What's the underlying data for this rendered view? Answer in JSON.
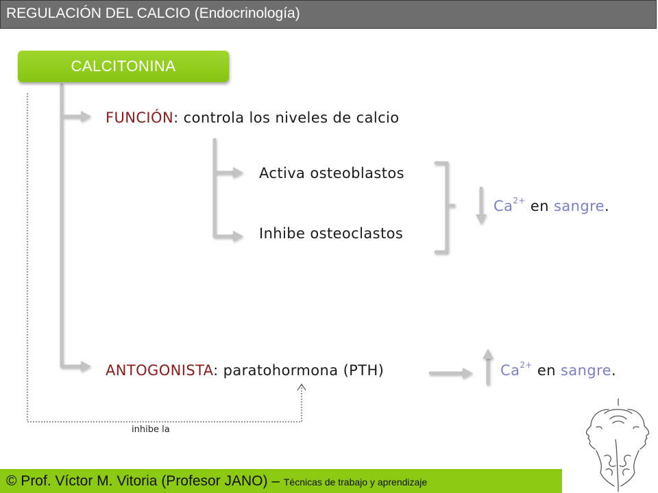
{
  "header": {
    "title": "REGULACIÓN DEL CALCIO (Endocrinología)"
  },
  "badge": {
    "label": "CALCITONINA"
  },
  "funcion": {
    "label": "FUNCIÓN",
    "separator": ":",
    "text": " controla los niveles de calcio"
  },
  "branches": {
    "activa": "Activa osteoblastos",
    "inhibe": "Inhibe osteoclastos"
  },
  "result_down": {
    "ca": "Ca",
    "charge": "2+",
    "en": " en ",
    "sangre": "sangre",
    "period": "."
  },
  "antagonista": {
    "label": "ANTOGONISTA",
    "separator": ":",
    "text": " paratohormona (PTH)"
  },
  "result_up": {
    "ca": "Ca",
    "charge": "2+",
    "en": " en ",
    "sangre": "sangre",
    "period": "."
  },
  "note": {
    "text": "inhibe la"
  },
  "footer": {
    "main": "© Prof. Víctor M. Vitoria (Profesor JANO) – ",
    "sub": "Técnicas de trabajo y aprendizaje"
  },
  "logo": {
    "icon": "janus-two-faced-head-icon"
  },
  "colors": {
    "header_bg": "#6e6e6e",
    "accent_green": "#8cc913",
    "label_red": "#8b1a1a",
    "result_blue": "#7b7fc9",
    "connector_gray": "#c4c4c4"
  }
}
